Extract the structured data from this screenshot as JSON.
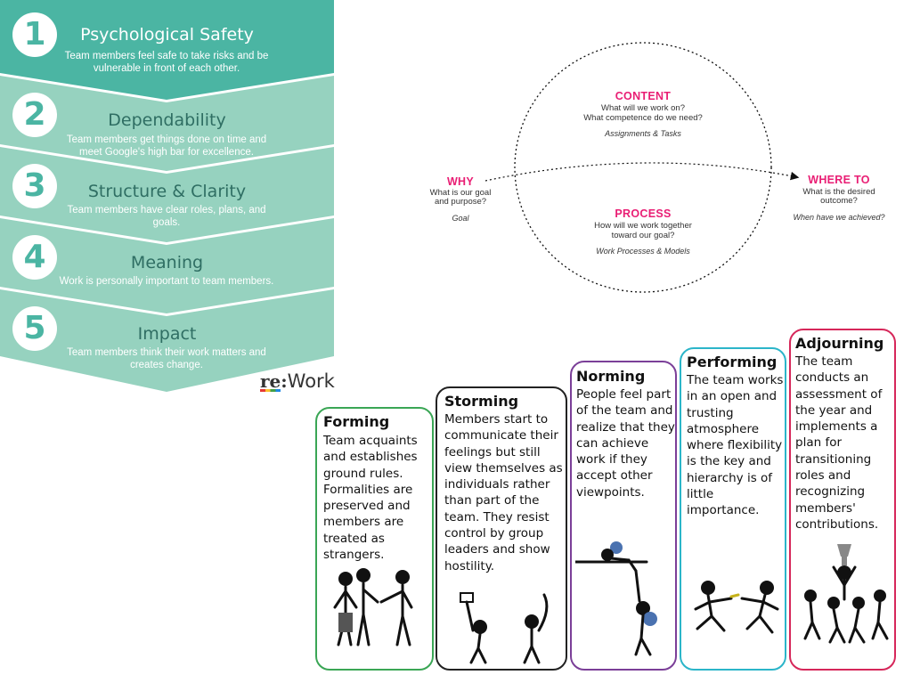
{
  "rework": {
    "colors": {
      "band_top": "#4bb5a3",
      "band_rest": "#96d2bf",
      "title_dark": "#2f6e63"
    },
    "steps": [
      {
        "number": "1",
        "title": "Psychological Safety",
        "description": "Team members feel safe to take risks and be vulnerable in front of each other."
      },
      {
        "number": "2",
        "title": "Dependability",
        "description": "Team members get things done on time and meet Google's high bar for excellence."
      },
      {
        "number": "3",
        "title": "Structure & Clarity",
        "description": "Team members have clear roles, plans, and goals."
      },
      {
        "number": "4",
        "title": "Meaning",
        "description": "Work is personally important to team members."
      },
      {
        "number": "5",
        "title": "Impact",
        "description": "Team members think their work matters and creates change."
      }
    ],
    "logo": {
      "prefix": "re",
      "colon": ":",
      "word": "Work"
    }
  },
  "diagram": {
    "accent": "#e91e74",
    "content": {
      "heading": "CONTENT",
      "line1": "What will we work on?",
      "line2": "What competence do we need?",
      "note": "Assignments & Tasks"
    },
    "why": {
      "heading": "WHY",
      "line1": "What is our goal",
      "line2": "and purpose?",
      "note": "Goal"
    },
    "where": {
      "heading": "WHERE TO",
      "line1": "What is the desired",
      "line2": "outcome?",
      "note": "When have we achieved?"
    },
    "process": {
      "heading": "PROCESS",
      "line1": "How will we work together",
      "line2": "toward our goal?",
      "note": "Work Processes & Models"
    }
  },
  "stages": [
    {
      "title": "Forming",
      "color": "#3aa655",
      "text": "Team acquaints and establishes ground rules. Formalities are preserved and members are treated as strangers."
    },
    {
      "title": "Storming",
      "color": "#222222",
      "text": "Members start to communicate their feelings but still view themselves as individuals rather than part of the team. They resist control by group leaders and show hostility."
    },
    {
      "title": "Norming",
      "color": "#7b3f98",
      "text": "People feel part of the team and realize that they can achieve work if they accept other viewpoints."
    },
    {
      "title": "Performing",
      "color": "#2bb5c9",
      "text": "The team works in an open and trusting atmosphere where flexibility is the key and hierarchy is of little importance."
    },
    {
      "title": "Adjourning",
      "color": "#d6275a",
      "text": "The team conducts an assessment of the year and implements a plan for transitioning roles and recognizing members' contributions."
    }
  ]
}
